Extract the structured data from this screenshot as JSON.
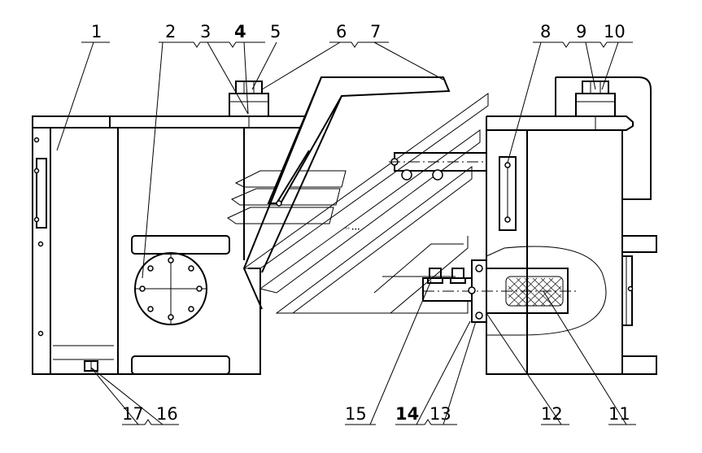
{
  "callouts": {
    "top": [
      "1",
      "2",
      "3",
      "4",
      "5",
      "6",
      "7",
      "8",
      "9",
      "10"
    ],
    "bottom": [
      "17",
      "16",
      "15",
      "14",
      "13",
      "12",
      "11"
    ]
  },
  "watermark_text": "°° •••"
}
